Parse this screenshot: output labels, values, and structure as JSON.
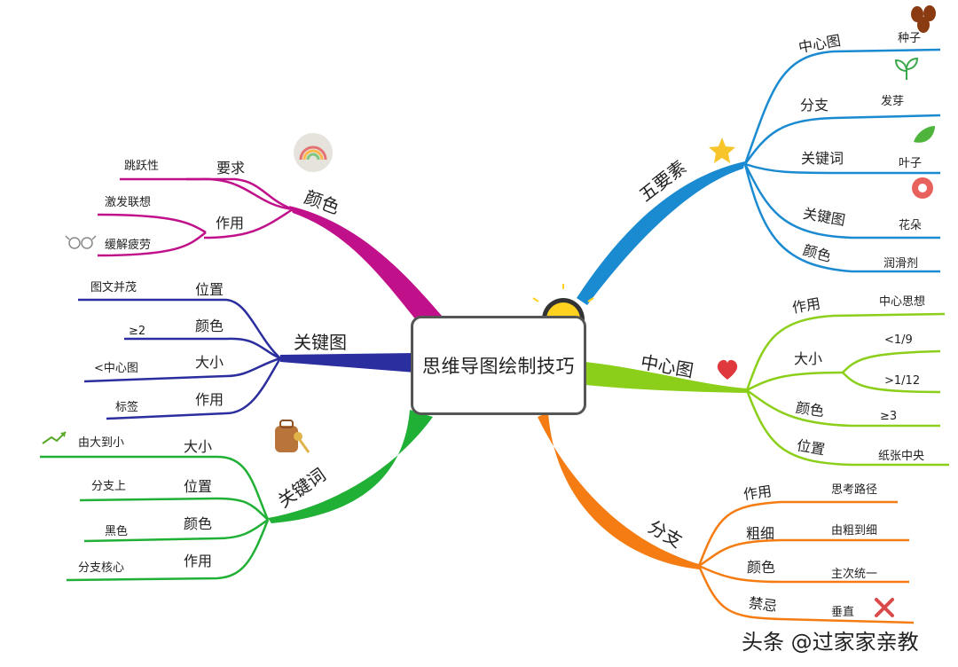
{
  "center": {
    "title": "思维导图绘制技巧",
    "icon": "lightbulb-icon"
  },
  "colors": {
    "pink": "#c0118a",
    "navy": "#2b2e9e",
    "green": "#21b036",
    "blue": "#1a8ad1",
    "lime": "#8ccf1a",
    "orange": "#f57c12"
  },
  "branches": {
    "yanse": {
      "label": "颜色",
      "icon": "rainbow-icon",
      "subs": [
        {
          "label": "要求",
          "leaves": [
            "跳跃性"
          ]
        },
        {
          "label": "作用",
          "leaves": [
            "激发联想",
            "缓解疲劳"
          ],
          "icon": "glasses-icon"
        }
      ]
    },
    "guanjiantu": {
      "label": "关键图",
      "subs": [
        {
          "label": "位置",
          "leaf": "图文并茂"
        },
        {
          "label": "颜色",
          "leaf": "≥2"
        },
        {
          "label": "大小",
          "leaf": "<中心图"
        },
        {
          "label": "作用",
          "leaf": "标签"
        }
      ]
    },
    "guanjianci": {
      "label": "关键词",
      "icon": "key-bag-icon",
      "subs": [
        {
          "label": "大小",
          "leaf": "由大到小",
          "icon": "trend-up-icon"
        },
        {
          "label": "位置",
          "leaf": "分支上"
        },
        {
          "label": "颜色",
          "leaf": "黑色"
        },
        {
          "label": "作用",
          "leaf": "分支核心"
        }
      ]
    },
    "wuyaosu": {
      "label": "五要素",
      "icon": "star-icon",
      "subs": [
        {
          "label": "中心图",
          "leaf": "种子",
          "icon": "coffee-bean-icon"
        },
        {
          "label": "分支",
          "leaf": "发芽",
          "icon": "sprout-icon"
        },
        {
          "label": "关键词",
          "leaf": "叶子",
          "icon": "leaf-icon"
        },
        {
          "label": "关键图",
          "leaf": "花朵",
          "icon": "flower-icon"
        },
        {
          "label": "颜色",
          "leaf": "润滑剂"
        }
      ]
    },
    "zhongxintu": {
      "label": "中心图",
      "icon": "heart-icon",
      "subs": [
        {
          "label": "作用",
          "leaves": [
            "中心思想"
          ]
        },
        {
          "label": "大小",
          "leaves": [
            "<1/9",
            ">1/12"
          ]
        },
        {
          "label": "颜色",
          "leaves": [
            "≥3"
          ]
        },
        {
          "label": "位置",
          "leaves": [
            "纸张中央"
          ]
        }
      ]
    },
    "fenzhi": {
      "label": "分支",
      "subs": [
        {
          "label": "作用",
          "leaf": "思考路径"
        },
        {
          "label": "粗细",
          "leaf": "由粗到细"
        },
        {
          "label": "颜色",
          "leaf": "主次统一"
        },
        {
          "label": "禁忌",
          "leaf": "垂直",
          "icon": "cross-icon"
        }
      ]
    }
  },
  "watermark": "头条 @过家家亲教"
}
